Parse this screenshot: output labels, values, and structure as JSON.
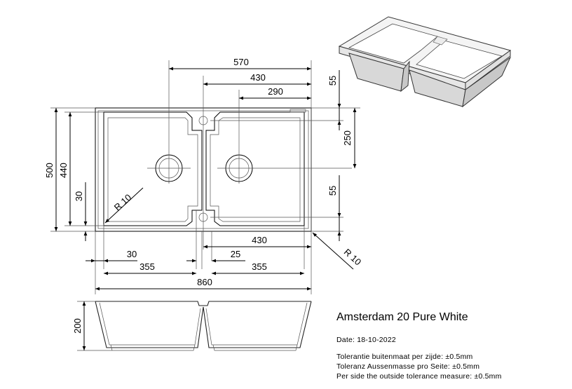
{
  "product": {
    "name": "Amsterdam 20 Pure White",
    "date": "Date: 18-10-2022",
    "tolerance_nl": "Tolerantie buitenmaat per zijde: ±0.5mm",
    "tolerance_de": "Toleranz Aussenmasse pro Seite: ±0.5mm",
    "tolerance_en": "Per side the outside tolerance measure: ±0.5mm"
  },
  "dimensions": {
    "d570": "570",
    "d430_top": "430",
    "d290": "290",
    "d55_top": "55",
    "d250": "250",
    "d55_bottom": "55",
    "d500": "500",
    "d440": "440",
    "d30_left": "30",
    "r10_inner": "R 10",
    "r10_outer": "R 10",
    "d430_bottom": "430",
    "d30_bottom": "30",
    "d25": "25",
    "d355_left": "355",
    "d355_right": "355",
    "d860": "860",
    "d200": "200"
  }
}
